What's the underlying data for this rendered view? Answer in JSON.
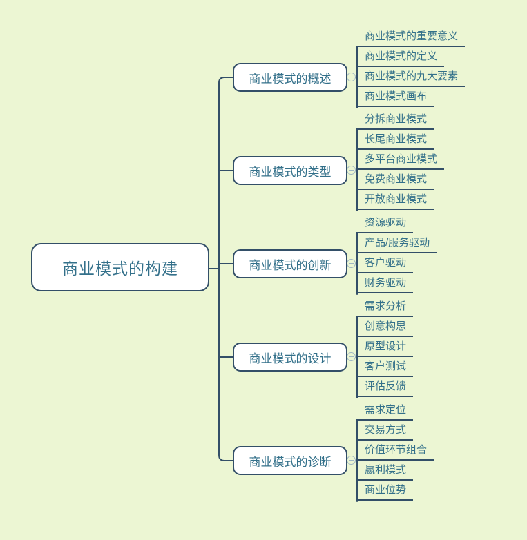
{
  "colors": {
    "background": "#ecf6d3",
    "line": "#334f68",
    "text": "#33708a",
    "node_fill": "#ffffff",
    "collapse_button": "#9fb6c4"
  },
  "root": {
    "label": "商业模式的构建"
  },
  "branches": [
    {
      "label": "商业模式的概述",
      "collapse_state": "expanded",
      "children": [
        "商业模式的重要意义",
        "商业模式的定义",
        "商业模式的九大要素",
        "商业模式画布"
      ]
    },
    {
      "label": "商业模式的类型",
      "collapse_state": "expanded",
      "children": [
        "分拆商业模式",
        "长尾商业模式",
        "多平台商业模式",
        "免费商业模式",
        "开放商业模式"
      ]
    },
    {
      "label": "商业模式的创新",
      "collapse_state": "expanded",
      "children": [
        "资源驱动",
        "产品/服务驱动",
        "客户驱动",
        "财务驱动"
      ]
    },
    {
      "label": "商业模式的设计",
      "collapse_state": "expanded",
      "children": [
        "需求分析",
        "创意构思",
        "原型设计",
        "客户测试",
        "评估反馈"
      ]
    },
    {
      "label": "商业模式的诊断",
      "collapse_state": "expanded",
      "children": [
        "需求定位",
        "交易方式",
        "价值环节组合",
        "赢利模式",
        "商业位势"
      ]
    }
  ]
}
